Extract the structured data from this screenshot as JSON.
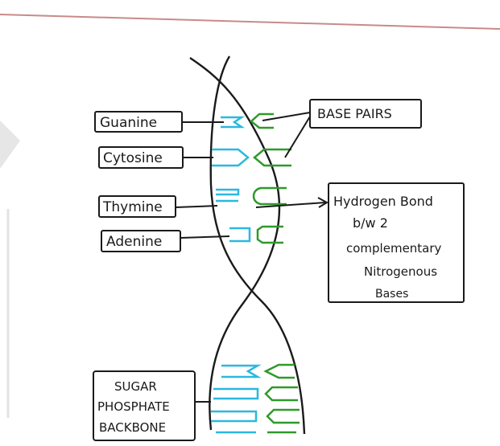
{
  "labels": {
    "guanine": "Guanine",
    "cytosine": "Cytosine",
    "thymine": "Thymine",
    "adenine": "Adenine",
    "base_pairs": "BASE PAIRS",
    "hydrogen_bond": [
      "Hydrogen Bond",
      "b/w 2",
      "complementary",
      "Nitrogenous",
      "Bases"
    ],
    "backbone": [
      "SUGAR",
      "PHOSPHATE",
      "BACKBONE"
    ]
  },
  "colors": {
    "ink": "#1a1a1a",
    "blue_base": "#2bb8e0",
    "green_base": "#2e9a2a",
    "rule_line": "#c98a8a",
    "side_mark": "#b8b8b8"
  }
}
